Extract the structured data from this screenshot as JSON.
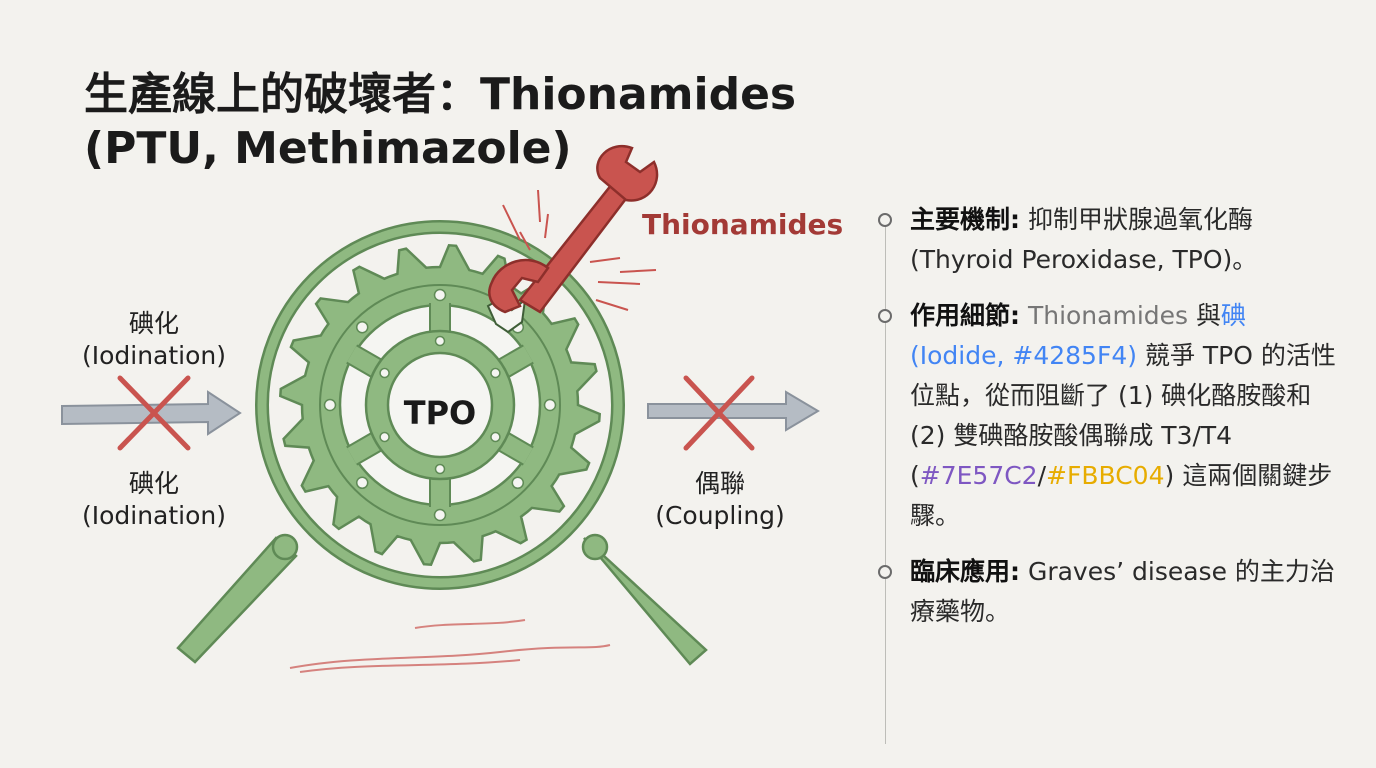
{
  "title": {
    "line1": "生產線上的破壞者：Thionamides",
    "line2": "(PTU, Methimazole)"
  },
  "diagram": {
    "center_label": "TPO",
    "wrench_label": "Thionamides",
    "left_top_label": [
      "碘化",
      "(Iodination)"
    ],
    "left_bottom_label": [
      "碘化",
      "(Iodination)"
    ],
    "right_label": [
      "偶聯",
      "(Coupling)"
    ],
    "colors": {
      "gear_fill": "#8fb981",
      "gear_stroke": "#5f8a56",
      "wrench": "#c9544f",
      "cross": "#c9544f",
      "arrow": "#9aa3ad"
    }
  },
  "bullets": [
    {
      "heading": "主要機制:",
      "parts": [
        {
          "text": " 抑制甲狀腺過氧化酶 (Thyroid Peroxidase, TPO)。",
          "style": "plain"
        }
      ]
    },
    {
      "heading": "作用細節:",
      "parts": [
        {
          "text": " Thionamides",
          "style": "gray"
        },
        {
          "text": " 與",
          "style": "plain"
        },
        {
          "text": "碘 (Iodide, #4285F4)",
          "style": "blue-mixed"
        },
        {
          "text": " 競爭 TPO 的活性位點，從而阻斷了 (1) 碘化酪胺酸和 (2) 雙碘酪胺酸偶聯成 T3/T4 (",
          "style": "plain"
        },
        {
          "text": "#7E57C2",
          "style": "purple"
        },
        {
          "text": "/",
          "style": "plain"
        },
        {
          "text": "#FBBC04",
          "style": "yellow"
        },
        {
          "text": ") 這兩個關鍵步驟。",
          "style": "plain"
        }
      ]
    },
    {
      "heading": "臨床應用:",
      "parts": [
        {
          "text": " Graves’ disease 的主力治療藥物。",
          "style": "plain"
        }
      ]
    }
  ]
}
